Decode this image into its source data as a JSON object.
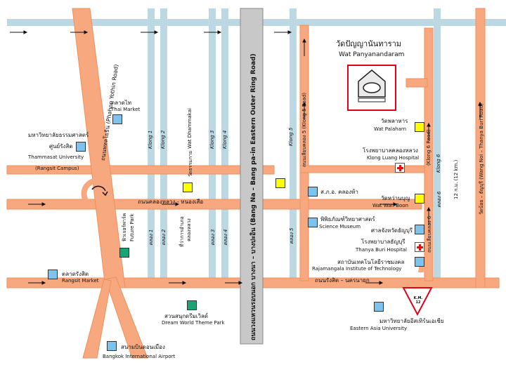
{
  "roads": {
    "phahon_yothin": "ถนนพหลโยธิน (Phahon Yothin Road)",
    "khlong_luang": "ถนนคลองหลวง - หนองเสือ",
    "rangsit_nakhon_nayok": "ถนนรังสิต – นครนายก",
    "outer_ring": "ถนนวงแหวนรอบนอก บางนา – บางปะอิน (Bang Na – Bang pa-in Eastern Outer Ring Road)",
    "khlong5_th": "ถนนเลียบคลอง 5 (Klong 5 Road)",
    "khlong6_th": "ถนนเลียบคลอง 6",
    "khlong6_en": "(Klong 6 Road)",
    "thanya_buri": "วัดน้อย – ธัญบุรี (Wang Noi – Thanya Buri Road)",
    "distance": "12 ก.ม. (12 km.)"
  },
  "canals": {
    "k1": "Klong 1",
    "k2": "Klong 2",
    "k3": "Klong 3",
    "k4": "Klong 4",
    "k5": "Klong 5",
    "k6": "Klong 6",
    "t1": "คลอง 1",
    "t2": "คลอง 2",
    "t3": "คลอง 3",
    "t4": "คลอง 4",
    "t5": "คลอง 5",
    "t6": "คลอง 6"
  },
  "places": {
    "wat_panya_th": "วัดปัญญานันทาราม",
    "wat_panya_en": "Wat Panyanandaram",
    "thai_market_th": "ตลาดไท",
    "thai_market_en": "Thai Market",
    "thammasat_th1": "มหาวิทยาลัยธรรมศาสตร์",
    "thammasat_th2": "ศูนย์รังสิต",
    "thammasat_en1": "Thammasat University",
    "thammasat_en2": "(Rangsit Campus)",
    "wat_dhamma_th": "วัดธรรมกาย",
    "wat_dhamma_en": "Wat Dhammakai",
    "future_th": "ฟิวเจอร์พาร์ค",
    "future_en": "Future Park",
    "office_th1": "ที่ว่าการอำเภอ",
    "office_th2": "คลองหลวง",
    "rangsit_market_th": "ตลาดรังสิต",
    "rangsit_market_en": "Rangsit Market",
    "dream_th": "สวนสนุกดรีมเวิลด์",
    "dream_en": "Dream World Theme Park",
    "airport_th": "สนามบินดอนเมือง",
    "airport_en": "Bangkok International Airport",
    "wat_palaharn_th": "วัดพลาหาร",
    "wat_palaharn_en": "Wat Palaharn",
    "klong_hosp_th": "โรงพยาบาลคลองหลวง",
    "klong_hosp_en": "Klong Luang Hospital",
    "police": "ส.ภ.อ. คลองห้า",
    "wat_wan_th": "วัดหว่านบุญ",
    "wat_wan_en": "Wat Wan-Boon",
    "museum_th": "พิพิธภัณฑ์วิทยาศาสตร์",
    "museum_en": "Science Museum",
    "court": "ศาลจังหวัดธัญบุรี",
    "thanya_hosp_th": "โรงพยาบาลธัญบุรี",
    "thanya_hosp_en": "Thanya Buri Hospital",
    "rajamangala_th": "สถาบันเทคโนโลยีราชมงคล",
    "rajamangala_en": "Rajamangala Institute of Technology",
    "eastern_asia_th": "มหาวิทยาลัยอีสเทิร์นเอเชีย",
    "eastern_asia_en": "Eastern Asia University",
    "km_sign": "K.M. 12"
  },
  "colors": {
    "road_fill": "#f7a87e",
    "road_edge": "#f08f5c",
    "canal": "#bcd8e2",
    "ring": "#c8c8c8",
    "logo_border": "#e3001b"
  }
}
